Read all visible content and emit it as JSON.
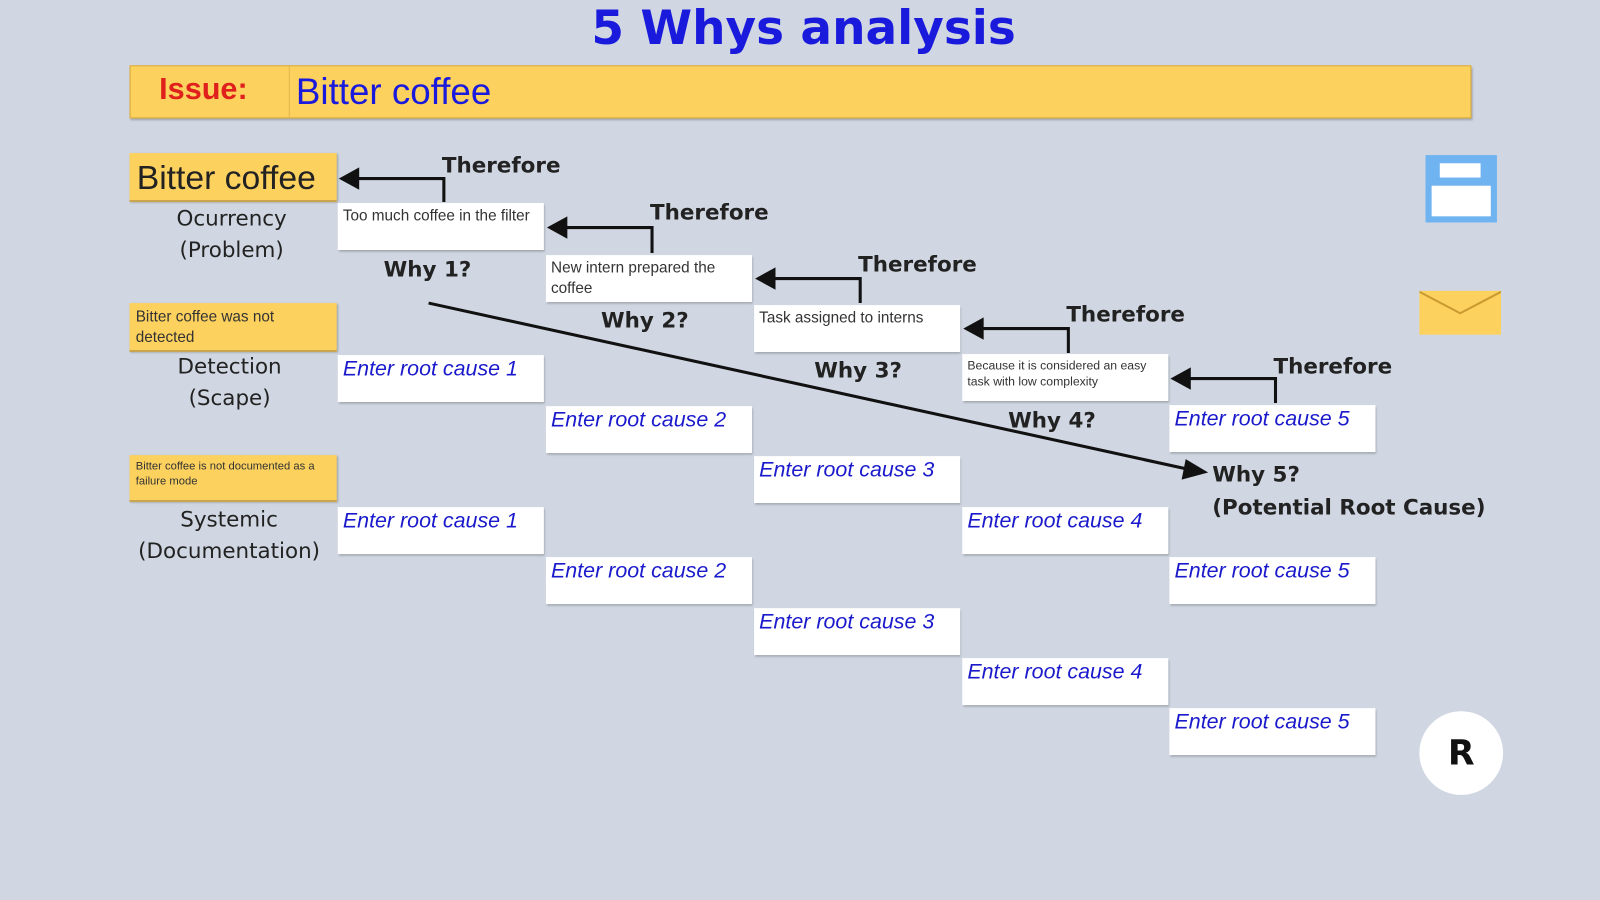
{
  "title": "5 Whys analysis",
  "issue": {
    "label": "Issue:",
    "value": "Bitter coffee"
  },
  "rows": {
    "occurrence": {
      "summary": "Bitter coffee",
      "label1": "Ocurrency",
      "label2": "(Problem)"
    },
    "detection": {
      "summary": "Bitter coffee was not detected",
      "label1": "Detection",
      "label2": "(Scape)"
    },
    "systemic": {
      "summary": "Bitter coffee is not documented as a failure mode",
      "label1": "Systemic",
      "label2": "(Documentation)"
    }
  },
  "occurrence_causes": [
    "Too much coffee in the filter",
    "New intern prepared the coffee",
    "Task assigned to interns",
    "Because it is considered an easy task with low complexity",
    "Enter root cause 5"
  ],
  "detection_causes": [
    "Enter root cause 1",
    "Enter root cause 2",
    "Enter root cause 3",
    "Enter root cause 4",
    "Enter root cause 5"
  ],
  "systemic_causes": [
    "Enter root cause 1",
    "Enter root cause 2",
    "Enter root cause 3",
    "Enter root cause 4",
    "Enter root cause 5"
  ],
  "therefore": "Therefore",
  "whys": [
    "Why 1?",
    "Why 2?",
    "Why 3?",
    "Why 4?",
    "Why 5?"
  ],
  "why5_note": "(Potential Root Cause)",
  "actions": {
    "save": "save-icon",
    "mail": "mail-icon",
    "reset_label": "R"
  }
}
